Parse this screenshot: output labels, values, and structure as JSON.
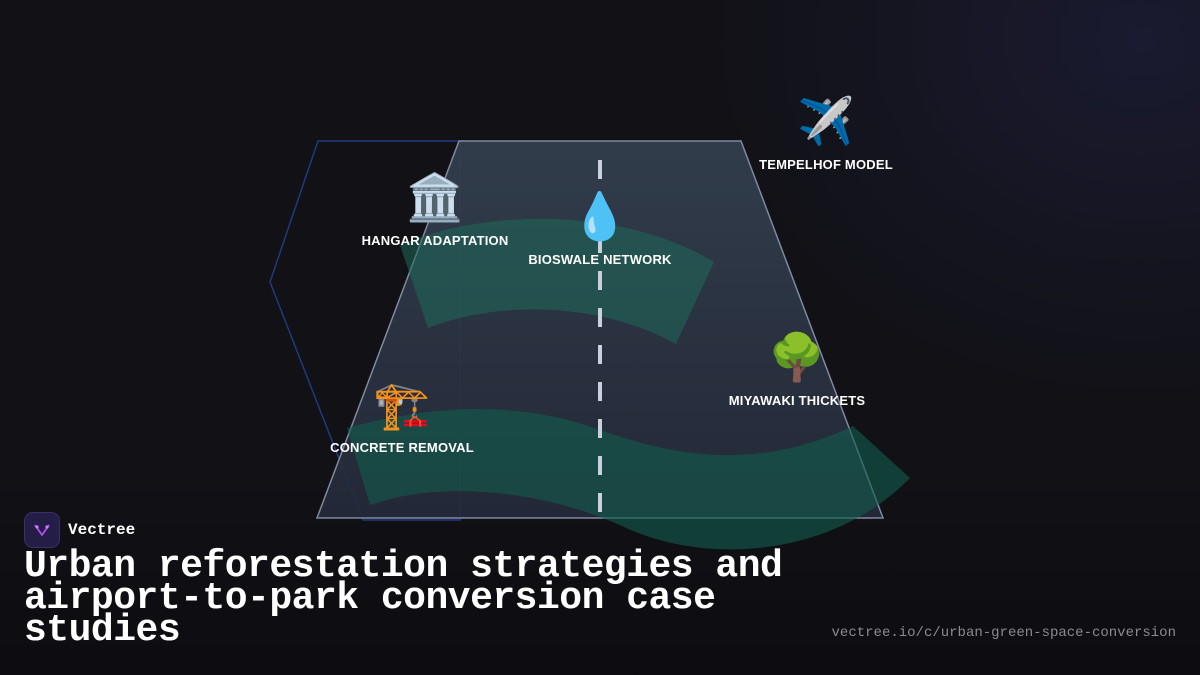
{
  "brand": {
    "name": "Vectree",
    "logo_icon": "vectree-logo-icon",
    "accent": "#b04cf0"
  },
  "headline": "Urban reforestation strategies and airport-to-park conversion case studies",
  "url": "vectree.io/c/urban-green-space-conversion",
  "colors": {
    "background": "#111116",
    "plane_fill": "#2b3445",
    "plane_stroke": "#7f8aa0",
    "green_band": "#1a5a50",
    "hex_outline": "#1f3a80"
  },
  "nodes": [
    {
      "id": "hangar",
      "label": "HANGAR ADAPTATION",
      "icon": "classical-building-icon",
      "glyph": "🏛️"
    },
    {
      "id": "bioswale",
      "label": "BIOSWALE NETWORK",
      "icon": "water-drop-icon",
      "glyph": "💧"
    },
    {
      "id": "tempelhof",
      "label": "TEMPELHOF MODEL",
      "icon": "airplane-icon",
      "glyph": "✈️"
    },
    {
      "id": "miyawaki",
      "label": "MIYAWAKI THICKETS",
      "icon": "tree-icon",
      "glyph": "🌳"
    },
    {
      "id": "concrete",
      "label": "CONCRETE REMOVAL",
      "icon": "construction-crane-icon",
      "glyph": "🏗️"
    }
  ]
}
